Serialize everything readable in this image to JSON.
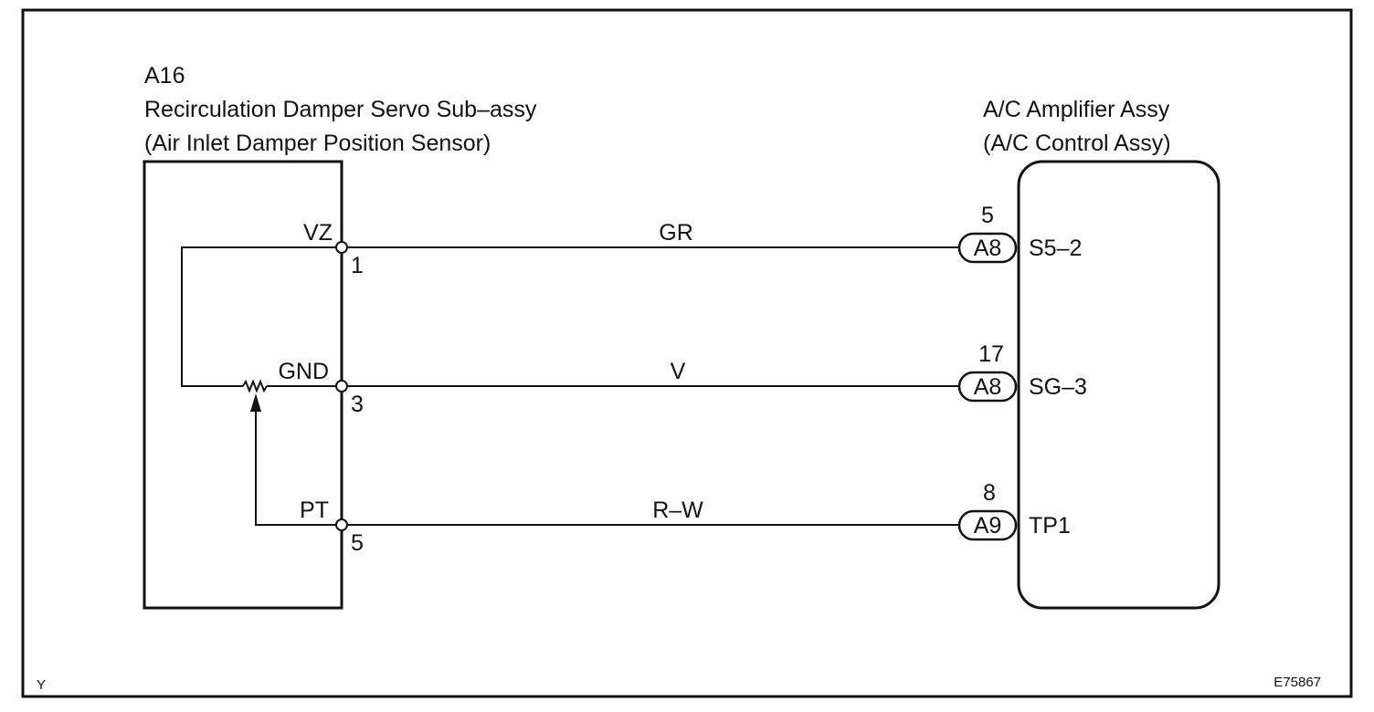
{
  "left_component": {
    "code": "A16",
    "name": "Recirculation Damper Servo Sub–assy",
    "subname": "(Air Inlet Damper Position Sensor)",
    "terminals": [
      {
        "label": "VZ",
        "pin": "1"
      },
      {
        "label": "GND",
        "pin": "3"
      },
      {
        "label": "PT",
        "pin": "5"
      }
    ]
  },
  "right_component": {
    "name": "A/C Amplifier Assy",
    "subname": "(A/C Control Assy)",
    "terminals": [
      {
        "pin": "5",
        "connector": "A8",
        "label": "S5–2"
      },
      {
        "pin": "17",
        "connector": "A8",
        "label": "SG–3"
      },
      {
        "pin": "8",
        "connector": "A9",
        "label": "TP1"
      }
    ]
  },
  "wires": [
    {
      "color_code": "GR"
    },
    {
      "color_code": "V"
    },
    {
      "color_code": "R–W"
    }
  ],
  "corner_left": "Y",
  "corner_right": "E75867"
}
